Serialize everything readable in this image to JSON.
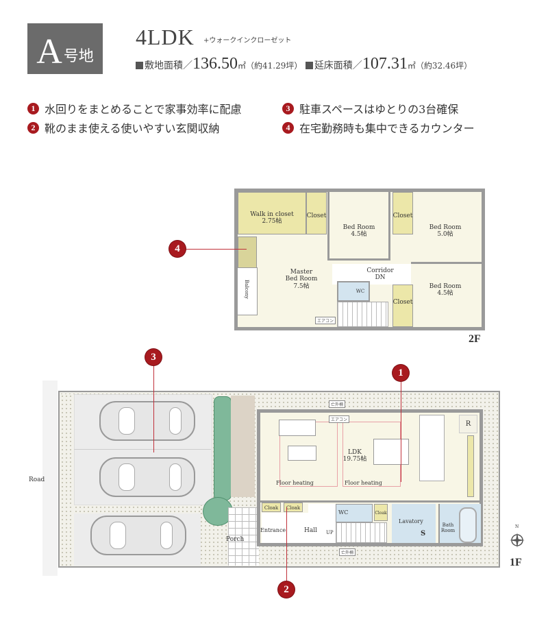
{
  "header": {
    "lot_letter": "A",
    "lot_suffix": "号地",
    "layout_type": "4LDK",
    "layout_extra": "+ウォークインクローゼット",
    "site_area_label": "敷地面積／",
    "site_area_value": "136.50",
    "site_area_unit": "㎡（約41.29坪）",
    "floor_area_label": "延床面積／",
    "floor_area_value": "107.31",
    "floor_area_unit": "㎡（約32.46坪）"
  },
  "features": [
    {
      "num": "1",
      "text": "水回りをまとめることで家事効率に配慮"
    },
    {
      "num": "2",
      "text": "靴のまま使える使いやすい玄関収納"
    },
    {
      "num": "3",
      "text": "駐車スペースはゆとりの3台確保"
    },
    {
      "num": "4",
      "text": "在宅勤務時も集中できるカウンター"
    }
  ],
  "colors": {
    "accent": "#a81a1f",
    "badge": "#6b6b6b",
    "closet": "#ece7a9",
    "wet_area": "#d3e4ef",
    "floor": "#f8f6e6"
  },
  "floor2": {
    "label": "2F",
    "rooms": {
      "walk_in_closet": "Walk in closet",
      "walk_in_closet_size": "2.75帖",
      "closet": "Closet",
      "bed1": "Bed Room",
      "bed1_size": "4.5帖",
      "bed2": "Bed Room",
      "bed2_size": "5.0帖",
      "bed3": "Bed Room",
      "bed3_size": "4.5帖",
      "master": "Master",
      "master2": "Bed Room",
      "master_size": "7.5帖",
      "corridor": "Corridor",
      "dn": "DN",
      "wc": "WC",
      "balcony": "Balcony",
      "aircon": "エアコン"
    }
  },
  "floor1": {
    "label": "1F",
    "road": "Road",
    "north": "N",
    "rooms": {
      "ldk": "LDK",
      "ldk_size": "19.75帖",
      "floor_heating": "Floor heating",
      "aircon": "エアコン",
      "r": "R",
      "cloak": "Cloak",
      "wc": "WC",
      "lavatory": "Lavatory",
      "s": "S",
      "bath": "Bath",
      "bath2": "Room",
      "entrance": "Entrance",
      "hall": "Hall",
      "up": "UP",
      "porch": "Porch",
      "fence_tag": "亡外柵"
    }
  }
}
